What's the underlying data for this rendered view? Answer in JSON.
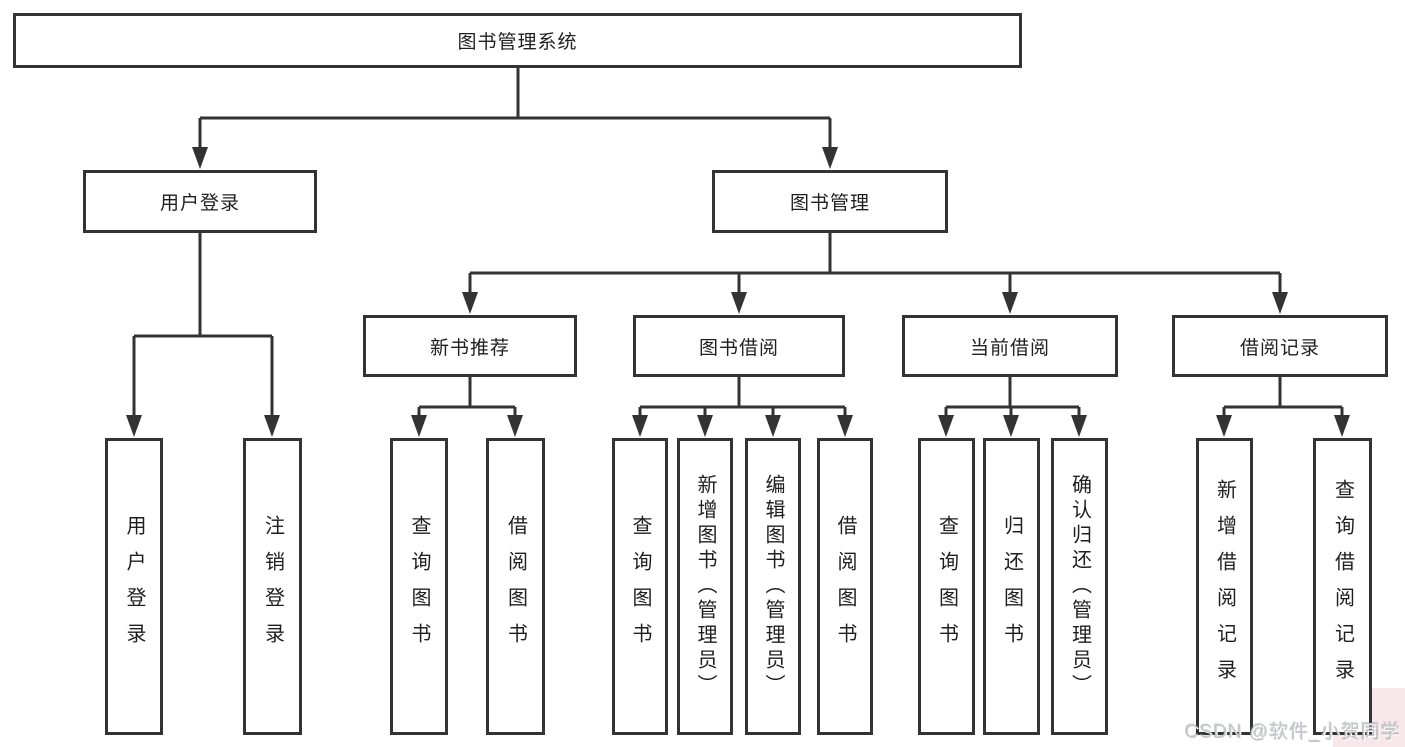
{
  "diagram": {
    "tree": {
      "label": "图书管理系统",
      "children": [
        {
          "label": "用户登录",
          "children": [
            {
              "label": "用户登录"
            },
            {
              "label": "注销登录"
            }
          ]
        },
        {
          "label": "图书管理",
          "children": [
            {
              "label": "新书推荐",
              "children": [
                {
                  "label": "查询图书"
                },
                {
                  "label": "借阅图书"
                }
              ]
            },
            {
              "label": "图书借阅",
              "children": [
                {
                  "label": "查询图书"
                },
                {
                  "label": "新增图书（管理员）"
                },
                {
                  "label": "编辑图书（管理员）"
                },
                {
                  "label": "借阅图书"
                }
              ]
            },
            {
              "label": "当前借阅",
              "children": [
                {
                  "label": "查询图书"
                },
                {
                  "label": "归还图书"
                },
                {
                  "label": "确认归还（管理员）"
                }
              ]
            },
            {
              "label": "借阅记录",
              "children": [
                {
                  "label": "新增借阅记录"
                },
                {
                  "label": "查询借阅记录"
                }
              ]
            }
          ]
        }
      ]
    },
    "colors": {
      "line": "#333333",
      "box_background": "#ffffff",
      "text": "#1f1f1f",
      "watermark_text": "#c3c6cb",
      "watermark_corner": "#f8e7ea"
    }
  },
  "watermark": {
    "label": "CSDN @软件_小贺同学"
  }
}
